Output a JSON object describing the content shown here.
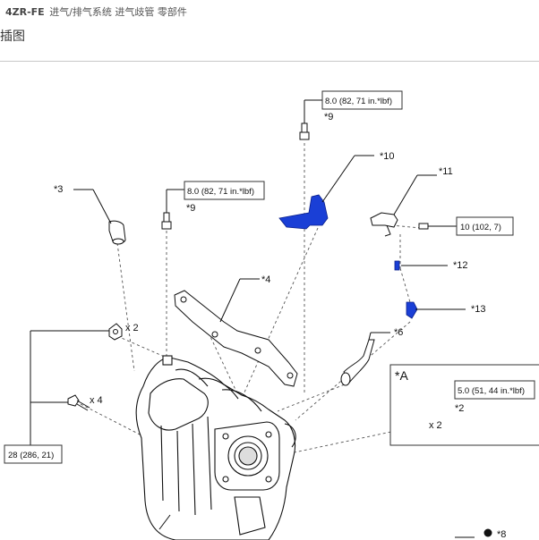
{
  "breadcrumb": {
    "model": "4ZR-FE",
    "path": "进气/排气系统  进气歧管  零部件"
  },
  "section_title": "插图",
  "callouts": {
    "c3": "*3",
    "c4": "*4",
    "c6": "*6",
    "c8": "*8",
    "c9a": "*9",
    "c9b": "*9",
    "c10": "*10",
    "c11": "*11",
    "c12": "*12",
    "c13": "*13",
    "c2": "*2",
    "inset": "*A"
  },
  "torque": {
    "t9a": "8.0 (82, 71 in.*lbf)",
    "t9b": "8.0 (82, 71 in.*lbf)",
    "t11": "10 (102, 7)",
    "t2": "5.0 (51, 44 in.*lbf)",
    "t_main": "28 (286, 21)"
  },
  "quantities": {
    "q_nut": "x 2",
    "q_bolt": "x 4",
    "q_stud": "x 2"
  },
  "colors": {
    "part_blue": "#1a3fd6",
    "line": "#111111",
    "dashed": "#555555"
  }
}
